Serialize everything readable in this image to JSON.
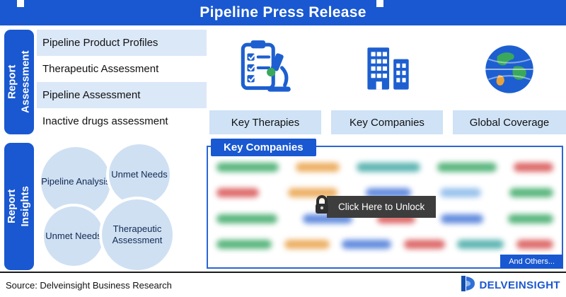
{
  "header": {
    "title": "Pipeline Press Release"
  },
  "report_assessment": {
    "label": "Report Assessment",
    "items": [
      "Pipeline Product Profiles",
      "Therapeutic Assessment",
      "Pipeline Assessment",
      "Inactive drugs assessment"
    ]
  },
  "feature_cards": [
    {
      "label": "Key Therapies",
      "icon": "clipboard-microscope-icon"
    },
    {
      "label": "Key Companies",
      "icon": "buildings-icon"
    },
    {
      "label": "Global Coverage",
      "icon": "globe-icon"
    }
  ],
  "report_insights": {
    "label": "Report Insights",
    "circles": [
      "Pipeline Analysis",
      "Unmet Needs",
      "Unmet Needs",
      "Therapeutic Assessment"
    ]
  },
  "companies_panel": {
    "title": "Key Companies",
    "unlock_label": "Click Here to Unlock",
    "others_label": "And Others...",
    "blur_rows": [
      [
        {
          "c": "#2fa35c",
          "w": 88
        },
        {
          "c": "#e89b3c",
          "w": 62
        },
        {
          "c": "#35a3a0",
          "w": 90
        },
        {
          "c": "#2fa35c",
          "w": 84
        },
        {
          "c": "#d64545",
          "w": 56
        }
      ],
      [
        {
          "c": "#d64545",
          "w": 60
        },
        {
          "c": "#e89b3c",
          "w": 70
        },
        {
          "c": "#3b6fd6",
          "w": 64
        },
        {
          "c": "#7fb3e8",
          "w": 58
        },
        {
          "c": "#2fa35c",
          "w": 62
        }
      ],
      [
        {
          "c": "#2fa35c",
          "w": 86
        },
        {
          "c": "#3b6fd6",
          "w": 70
        },
        {
          "c": "#d64545",
          "w": 54
        },
        {
          "c": "#3b6fd6",
          "w": 60
        },
        {
          "c": "#2fa35c",
          "w": 64
        }
      ],
      [
        {
          "c": "#2fa35c",
          "w": 78
        },
        {
          "c": "#e89b3c",
          "w": 64
        },
        {
          "c": "#3b6fd6",
          "w": 70
        },
        {
          "c": "#d64545",
          "w": 58
        },
        {
          "c": "#35a3a0",
          "w": 66
        },
        {
          "c": "#d64545",
          "w": 52
        }
      ]
    ]
  },
  "footer": {
    "source": "Source: Delveinsight Business Research",
    "logo_text": "DELVEINSIGHT"
  },
  "colors": {
    "primary": "#1958d1",
    "light_blue": "#dbe8f8",
    "card_label": "#cfe2f6",
    "circle_fill": "#cfe0f3",
    "panel_border": "#2a66d4",
    "overlay_dark": "#3d3d3d",
    "icon_blue": "#1d5fd0",
    "icon_green": "#3aa85c"
  }
}
